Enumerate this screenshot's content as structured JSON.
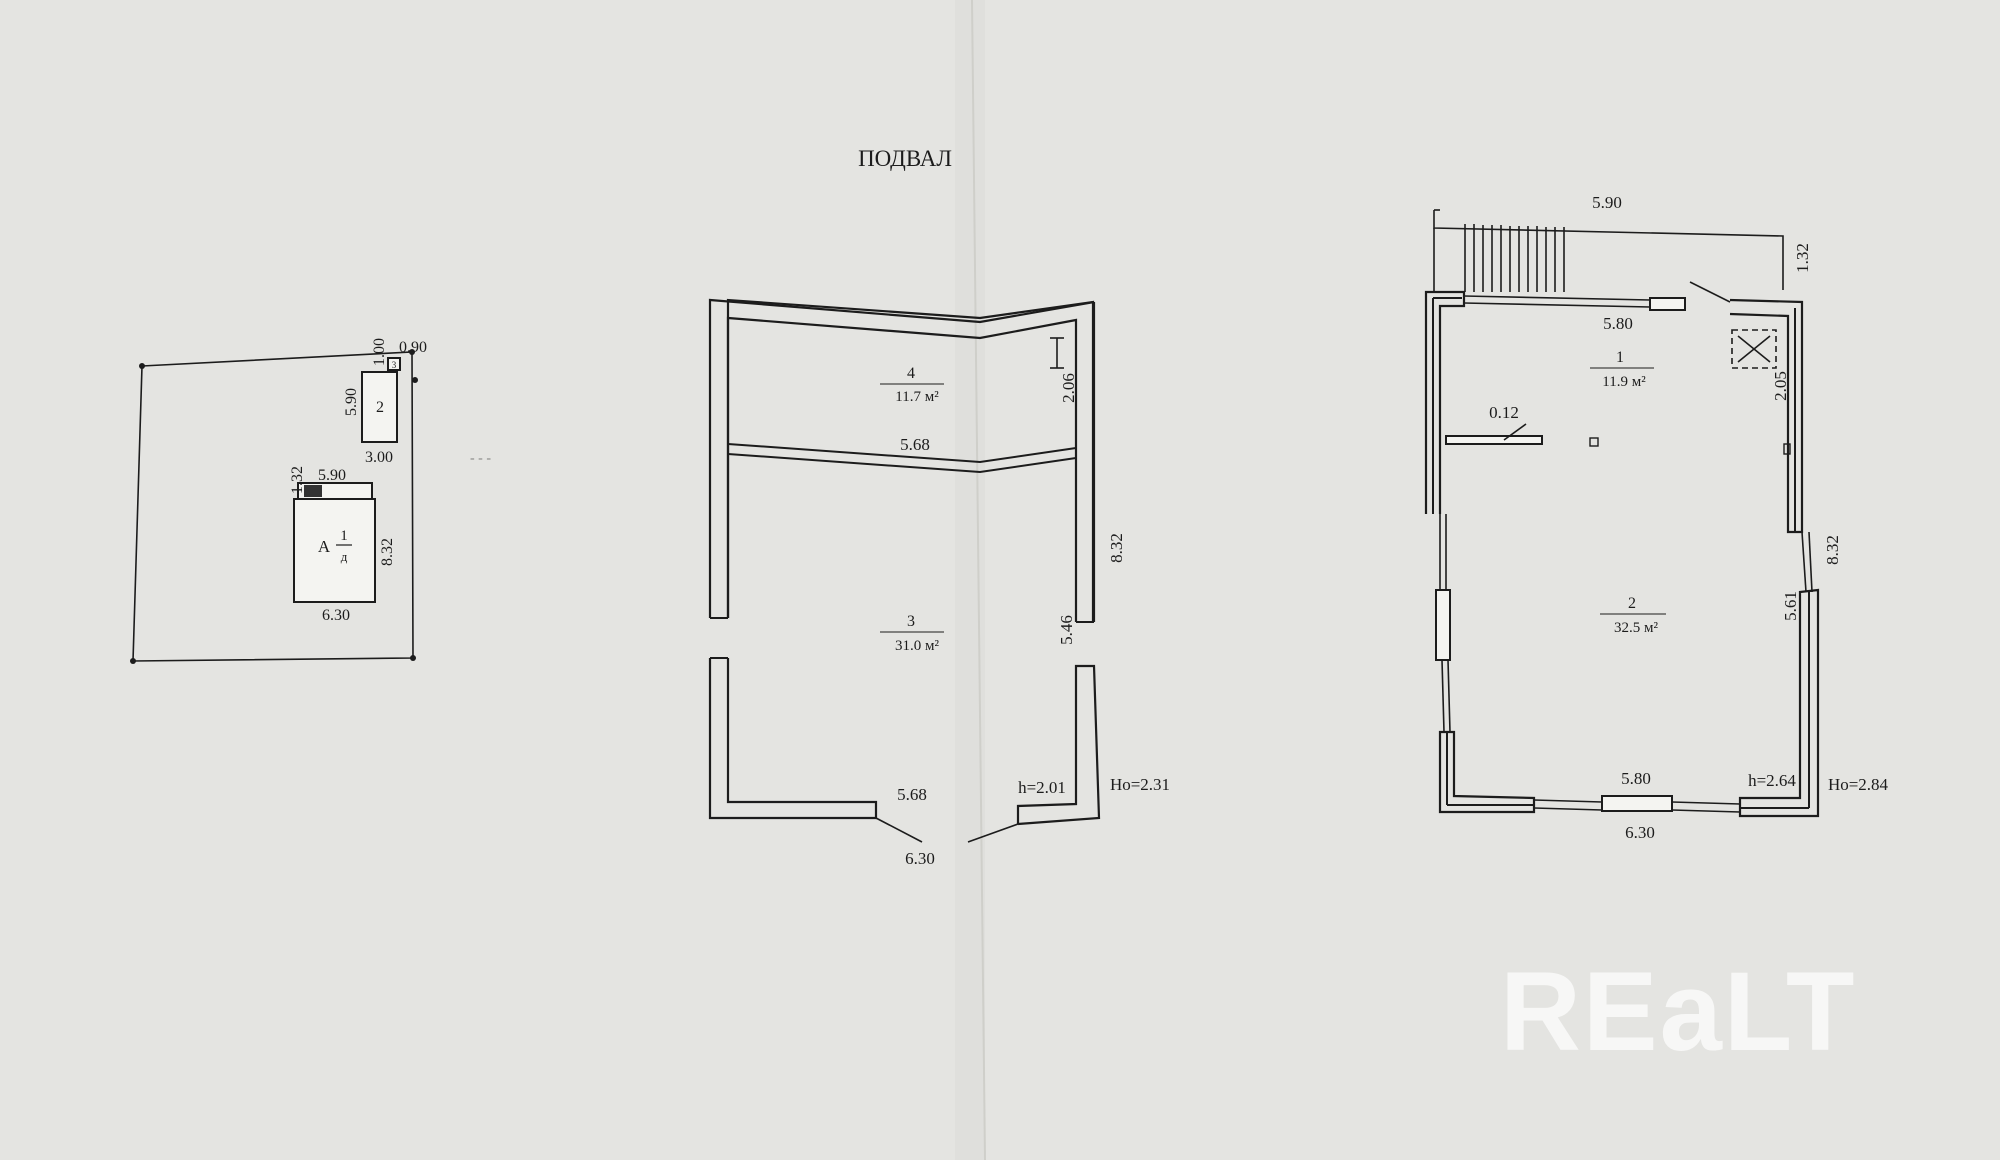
{
  "title": "ПОДВАЛ",
  "site_plan": {
    "dims": {
      "top_h": "1.00",
      "top_w": "0.90",
      "outbuilding_h": "5.90",
      "outbuilding_w": "3.00",
      "porch_h": "1.32",
      "house_top": "5.90",
      "house_h": "8.32",
      "house_w": "6.30"
    },
    "labels": {
      "outbuilding": "2",
      "small_box": "3",
      "house_letter": "А",
      "house_num": "1",
      "house_sub": "д"
    }
  },
  "basement": {
    "rooms": [
      {
        "number": "4",
        "area": "11.7 м²"
      },
      {
        "number": "3",
        "area": "31.0 м²"
      }
    ],
    "dims": {
      "room4_h": "2.06",
      "partition_w": "5.68",
      "total_h": "8.32",
      "room3_h": "5.46",
      "inner_bottom": "5.68",
      "h": "h=2.01",
      "H0": "Hо=2.31",
      "outer_bottom": "6.30"
    }
  },
  "floor": {
    "rooms": [
      {
        "number": "1",
        "area": "11.9 м²"
      },
      {
        "number": "2",
        "area": "32.5 м²"
      }
    ],
    "dims": {
      "porch_w": "5.90",
      "porch_h": "1.32",
      "inner_top": "5.80",
      "room1_h": "2.05",
      "partition": "0.12",
      "total_h": "8.32",
      "room2_h": "5.61",
      "inner_bottom": "5.80",
      "h": "h=2.64",
      "H0": "Hо=2.84",
      "outer_bottom": "6.30"
    }
  },
  "watermark": "REaLT"
}
